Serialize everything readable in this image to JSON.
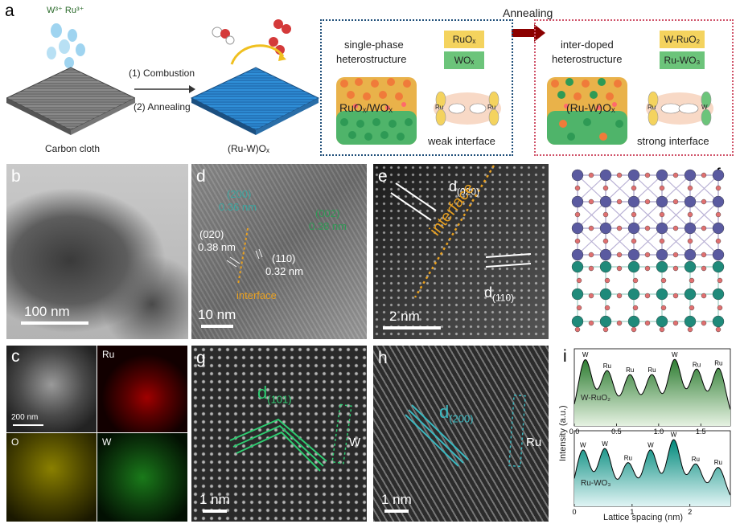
{
  "panel_a": {
    "label": "a",
    "ions": "W³⁺ Ru³⁺",
    "step1": "(1) Combustion",
    "step2": "(2) Annealing",
    "carbon_cloth": "Carbon cloth",
    "product": "(Ru-W)Oₓ",
    "annealing": "Annealing",
    "left_box": {
      "title_line1": "single-phase",
      "title_line2": "heterostructure",
      "chip1": "RuOₓ",
      "chip2": "WOₓ",
      "particle_label": "RuOₓ/WOₓ",
      "orbital_left": "Ru",
      "orbital_right": "Ru",
      "interface_label": "weak interface"
    },
    "right_box": {
      "title_line1": "inter-doped",
      "title_line2": "heterostructure",
      "chip1": "W-RuO₂",
      "chip2": "Ru-WO₃",
      "particle_label": "(Ru-W)Oₓ",
      "orbital_left": "Ru",
      "orbital_right": "W",
      "interface_label": "strong interface"
    },
    "colors": {
      "left_box_border": "#1f4e79",
      "right_box_border": "#d0546a",
      "arrow": "#8b0000",
      "chip_yellow": "#f4d35e",
      "chip_green": "#6cc47a"
    }
  },
  "panel_b": {
    "label": "b",
    "scale": "100 nm"
  },
  "panel_c": {
    "label": "c",
    "scale": "200 nm",
    "map_ru": "Ru",
    "map_o": "O",
    "map_w": "W"
  },
  "panel_d": {
    "label": "d",
    "plane_200": "(200)",
    "d_200": "0.36 nm",
    "plane_002": "(002)",
    "d_002": "0.38 nm",
    "plane_020": "(020)",
    "d_020": "0.38 nm",
    "plane_110": "(110)",
    "d_110": "0.32 nm",
    "interface": "interface",
    "scale": "10 nm"
  },
  "panel_e": {
    "label": "e",
    "d_top": "d",
    "d_top_sub": "(020)",
    "interface": "interface",
    "d_bot": "d",
    "d_bot_sub": "(110)",
    "scale": "2 nm"
  },
  "panel_f": {
    "label": "f"
  },
  "panel_g": {
    "label": "g",
    "d": "d",
    "d_sub": "(101)",
    "element": "W",
    "scale": "1 nm"
  },
  "panel_h": {
    "label": "h",
    "d": "d",
    "d_sub": "(200)",
    "element": "Ru",
    "scale": "1 nm"
  },
  "panel_i": {
    "label": "i",
    "ylabel": "Intensity (a.u.)",
    "xlabel": "Lattice spacing (nm)",
    "top_name": "W-RuO₂",
    "bottom_name": "Ru-WO₃"
  },
  "chart_data": [
    {
      "type": "line",
      "title": "",
      "series_label": "W-RuO₂",
      "xlabel": "",
      "ylabel": "Intensity (a.u.)",
      "xlim": [
        0,
        1.85
      ],
      "xticks": [
        0,
        0.5,
        1.0,
        1.5
      ],
      "tick_labels": [
        "0.0",
        "0.5",
        "1.0",
        "1.5"
      ],
      "peaks": [
        {
          "x": 0.13,
          "h": 0.95,
          "label": "W"
        },
        {
          "x": 0.39,
          "h": 0.78,
          "label": "Ru"
        },
        {
          "x": 0.66,
          "h": 0.72,
          "label": "Ru"
        },
        {
          "x": 0.92,
          "h": 0.72,
          "label": "Ru"
        },
        {
          "x": 1.19,
          "h": 0.95,
          "label": "W"
        },
        {
          "x": 1.45,
          "h": 0.8,
          "label": "Ru"
        },
        {
          "x": 1.71,
          "h": 0.82,
          "label": "Ru"
        }
      ]
    },
    {
      "type": "line",
      "title": "",
      "series_label": "Ru-WO₃",
      "xlabel": "Lattice spacing (nm)",
      "ylabel": "Intensity (a.u.)",
      "xlim": [
        0,
        2.7
      ],
      "xticks": [
        0,
        1,
        2
      ],
      "tick_labels": [
        "0",
        "1",
        "2"
      ],
      "peaks": [
        {
          "x": 0.15,
          "h": 0.82,
          "label": "W"
        },
        {
          "x": 0.53,
          "h": 0.84,
          "label": "W"
        },
        {
          "x": 0.93,
          "h": 0.62,
          "label": "Ru"
        },
        {
          "x": 1.32,
          "h": 0.82,
          "label": "W"
        },
        {
          "x": 1.72,
          "h": 0.98,
          "label": "W"
        },
        {
          "x": 2.1,
          "h": 0.6,
          "label": "Ru"
        },
        {
          "x": 2.49,
          "h": 0.55,
          "label": "Ru"
        }
      ]
    }
  ]
}
